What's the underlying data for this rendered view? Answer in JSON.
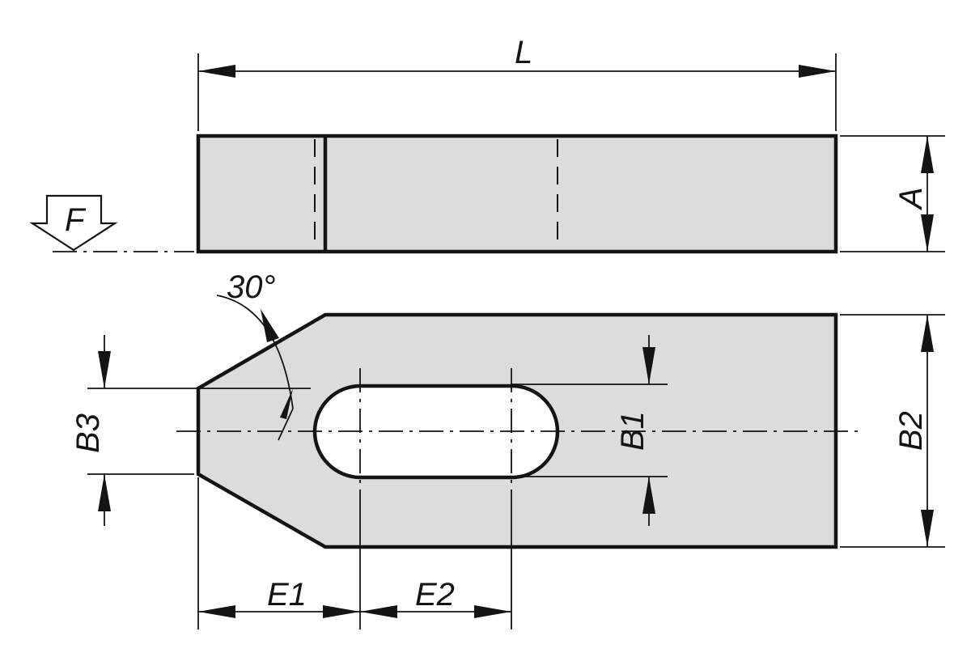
{
  "labels": {
    "length": "L",
    "height": "A",
    "force": "F",
    "angle": "30°",
    "tip_width": "B3",
    "slot_width": "B1",
    "total_width": "B2",
    "slot_offset": "E1",
    "slot_length": "E2"
  },
  "colors": {
    "part_fill": "#dcdcdc",
    "line": "#141414",
    "background": "#ffffff"
  }
}
